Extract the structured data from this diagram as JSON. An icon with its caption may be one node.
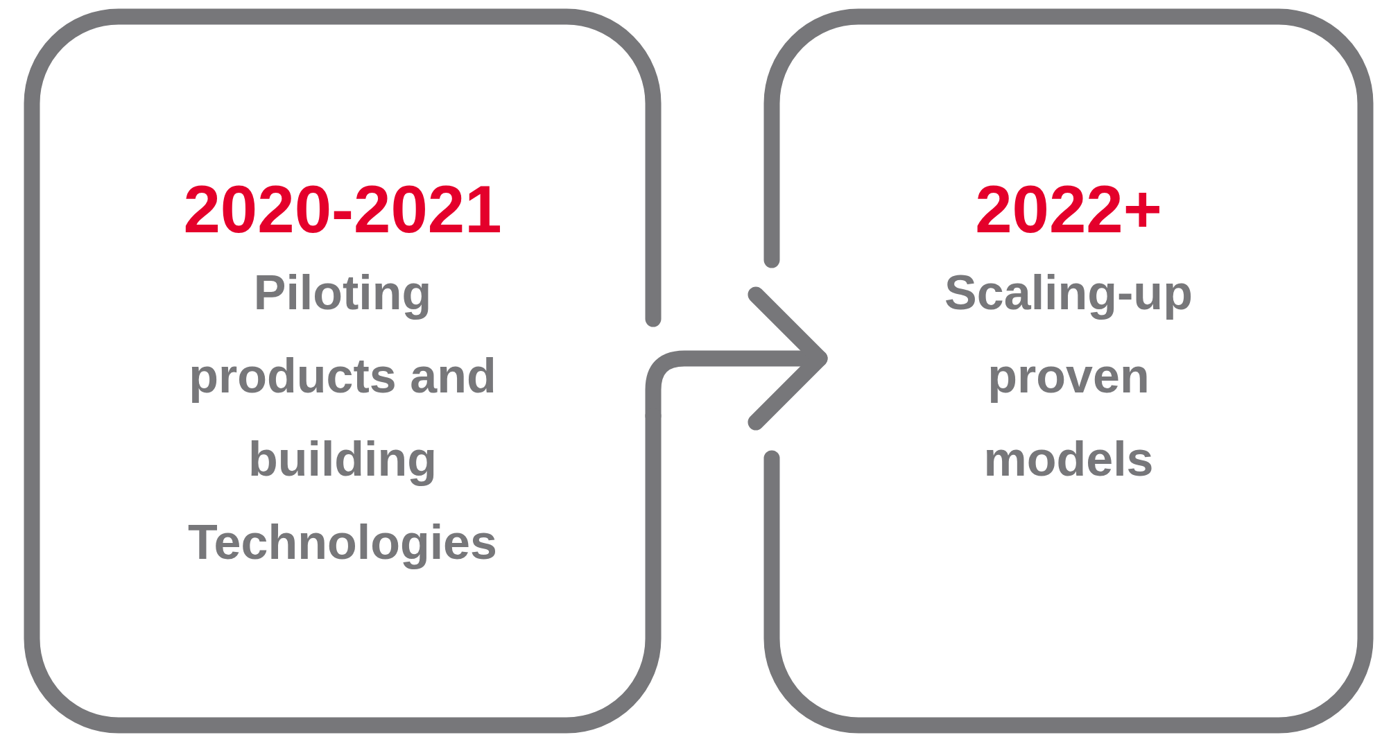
{
  "diagram": {
    "nodes": [
      {
        "text": [
          "2020-2021",
          "Piloting products and building Technologies"
        ]
      },
      {
        "text": [
          "2022+",
          "Scaling-up proven models"
        ]
      }
    ],
    "edges": [
      {
        "from": 0,
        "to": 1,
        "arrow": "to"
      }
    ]
  }
}
